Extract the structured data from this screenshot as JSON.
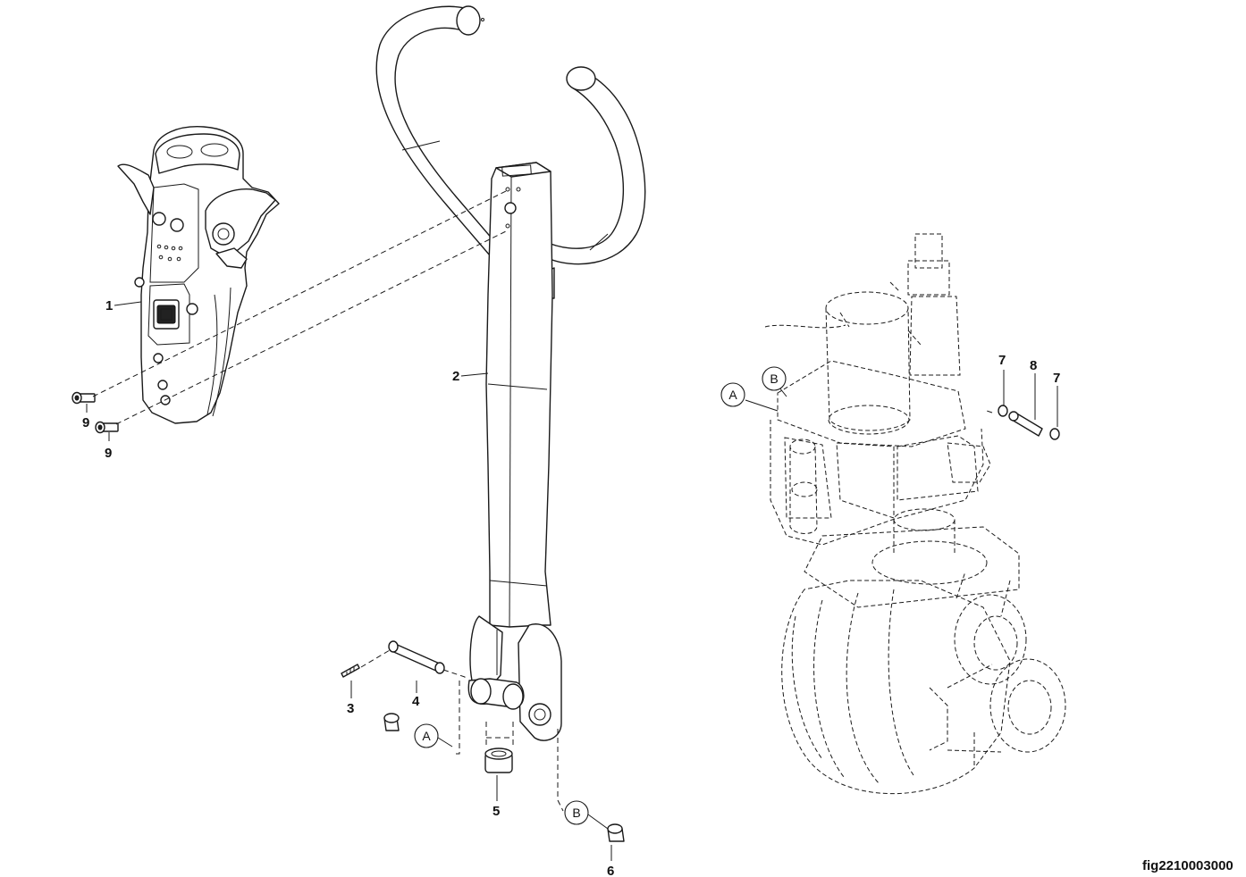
{
  "figure_id": "fig2210003000",
  "callouts": {
    "c1": "1",
    "c2": "2",
    "c3": "3",
    "c4": "4",
    "c5": "5",
    "c6": "6",
    "c7a": "7",
    "c7b": "7",
    "c8": "8",
    "c9a": "9",
    "c9b": "9"
  },
  "refs": {
    "a_left": "A",
    "b_bottom": "B",
    "a_right": "A",
    "b_right": "B"
  }
}
